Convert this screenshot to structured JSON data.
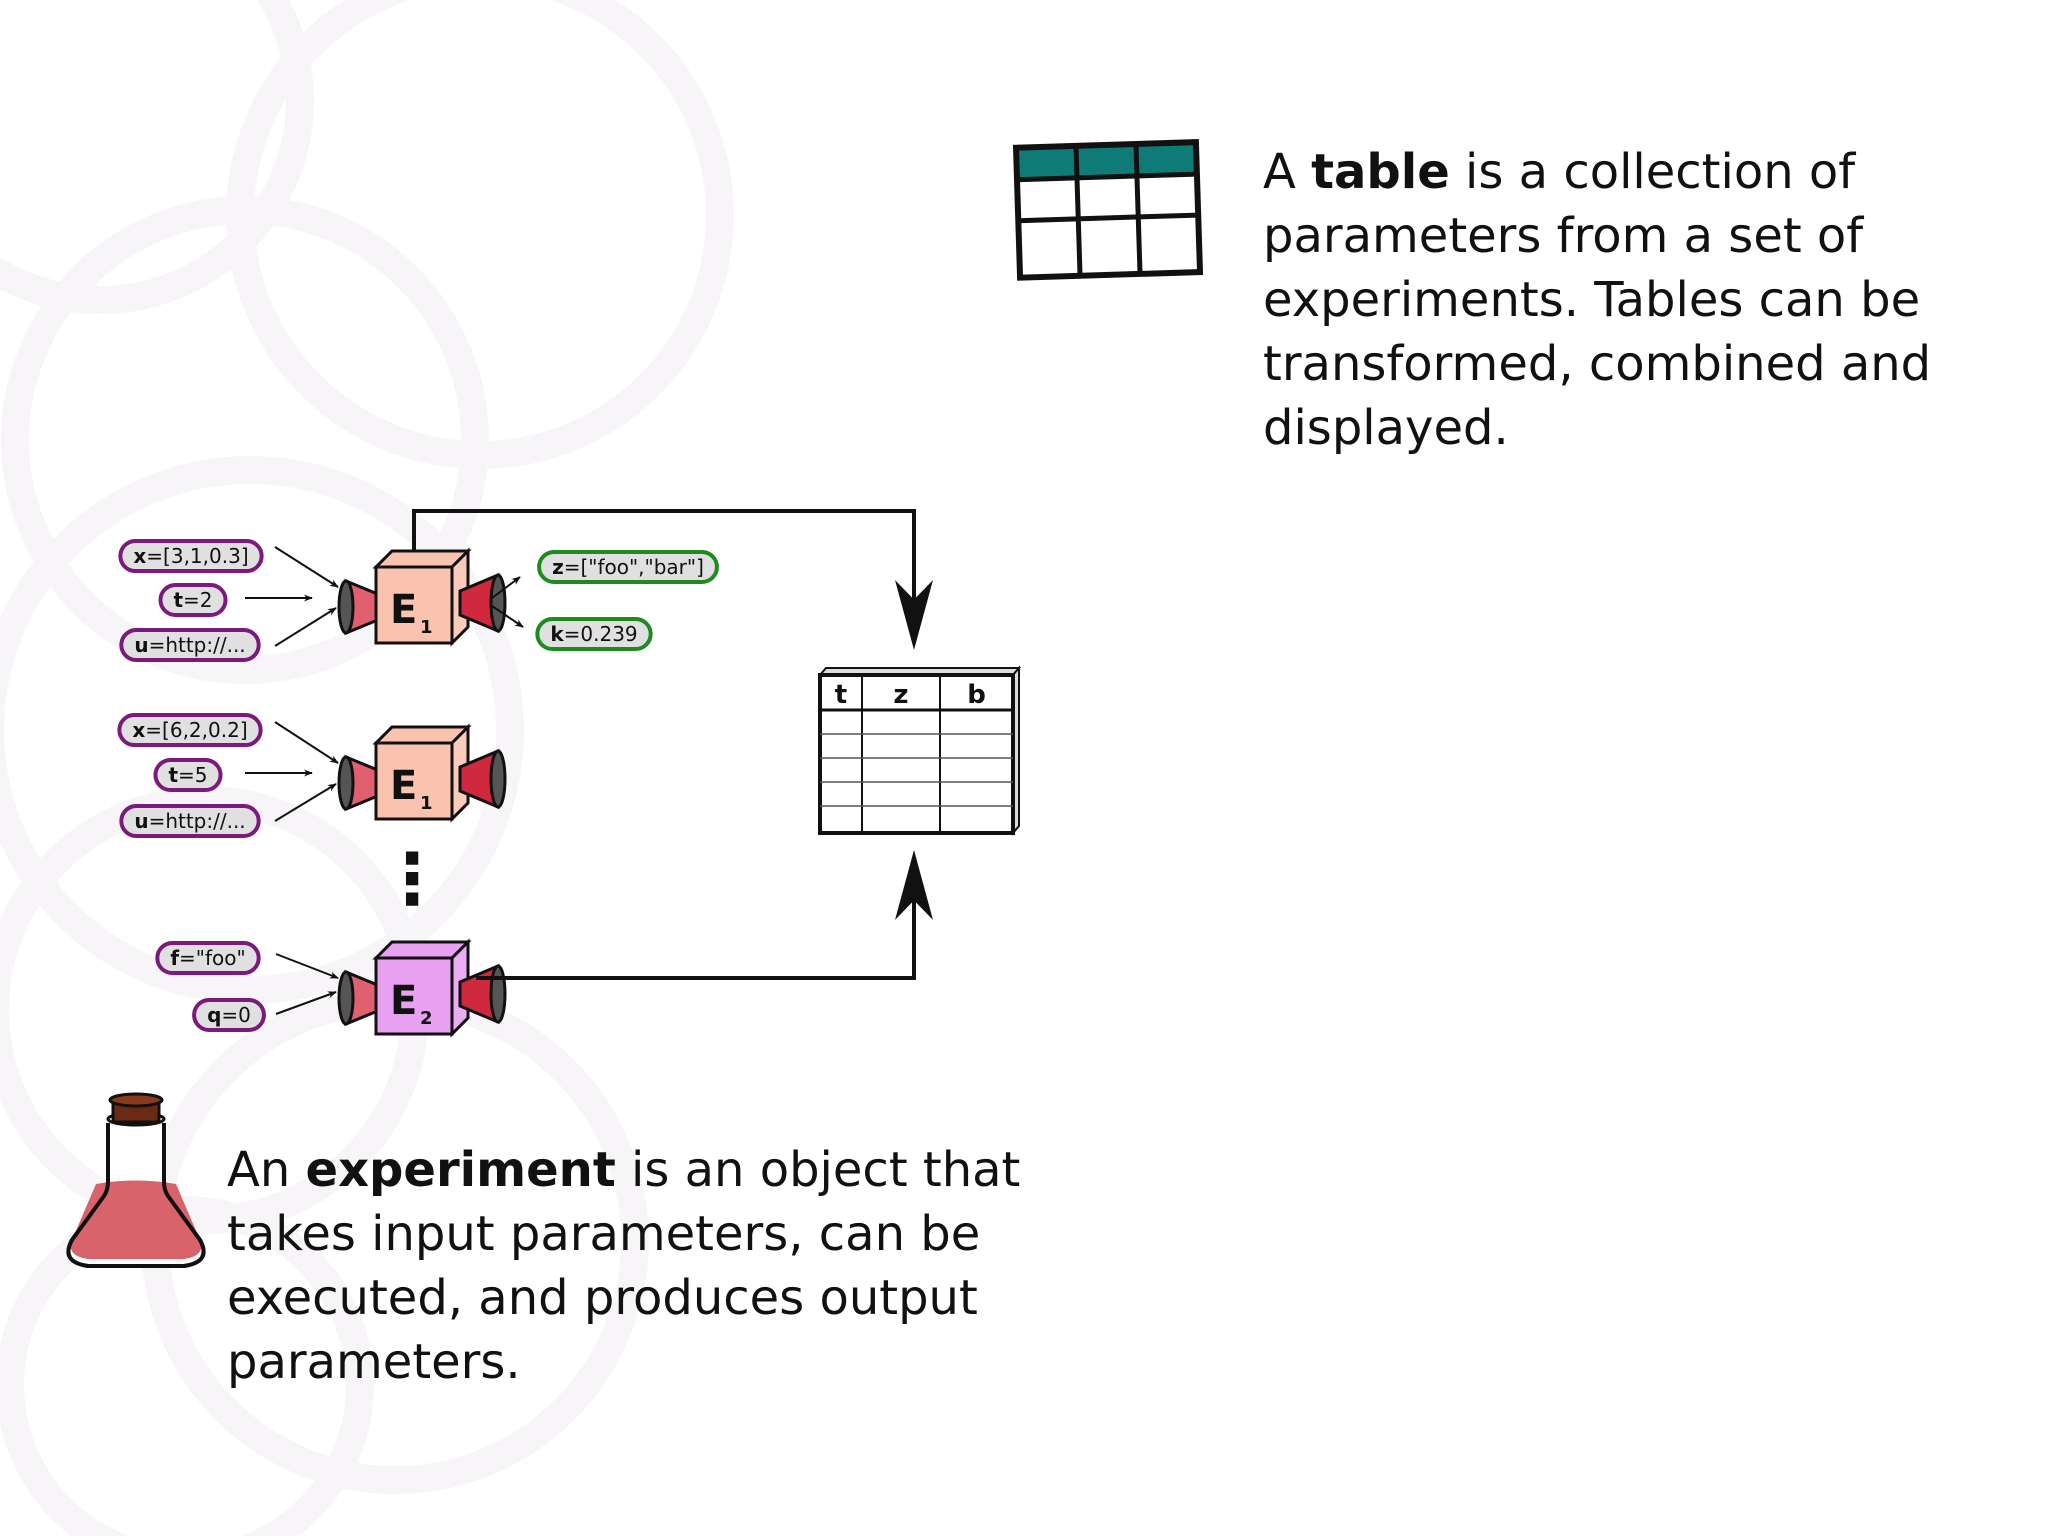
{
  "table_description": {
    "prefix": "A ",
    "term": "table",
    "rest": " is a collection of parameters from a set of experiments. Tables can be transformed, combined and displayed."
  },
  "experiment_description": {
    "prefix": "An ",
    "term": "experiment",
    "rest": " is an object that takes input parameters, can be executed, and produces output parameters."
  },
  "diagram": {
    "experiments": [
      {
        "letter": "E",
        "subscript": "1",
        "color": "#f9c3b0",
        "inputs": [
          {
            "key": "x",
            "value": "=[3,1,0.3]"
          },
          {
            "key": "t",
            "value": "=2"
          },
          {
            "key": "u",
            "value": "=http://..."
          }
        ],
        "outputs": [
          {
            "key": "z",
            "value": "=[\"foo\",\"bar\"]"
          },
          {
            "key": "k",
            "value": "=0.239"
          }
        ]
      },
      {
        "letter": "E",
        "subscript": "1",
        "color": "#f9c3b0",
        "inputs": [
          {
            "key": "x",
            "value": "=[6,2,0.2]"
          },
          {
            "key": "t",
            "value": "=5"
          },
          {
            "key": "u",
            "value": "=http://..."
          }
        ]
      },
      {
        "letter": "E",
        "subscript": "2",
        "color": "#e8a0f0",
        "inputs": [
          {
            "key": "f",
            "value": "=\"foo\""
          },
          {
            "key": "q",
            "value": "=0"
          }
        ]
      }
    ],
    "ellipsis": "⋮",
    "result_table": {
      "columns": [
        "t",
        "z",
        "b"
      ]
    }
  },
  "colors": {
    "input_border": "#7b1a7b",
    "output_border": "#1f8a1f",
    "table_header": "#0f7b76",
    "bubble_fill": "#e0e0e0",
    "flask_liquid": "#d9636b",
    "flask_cork": "#6b2a14",
    "background_circles": "#f8f5f9"
  },
  "icons": [
    "table-icon",
    "flask-icon",
    "experiment-cube-icon"
  ]
}
